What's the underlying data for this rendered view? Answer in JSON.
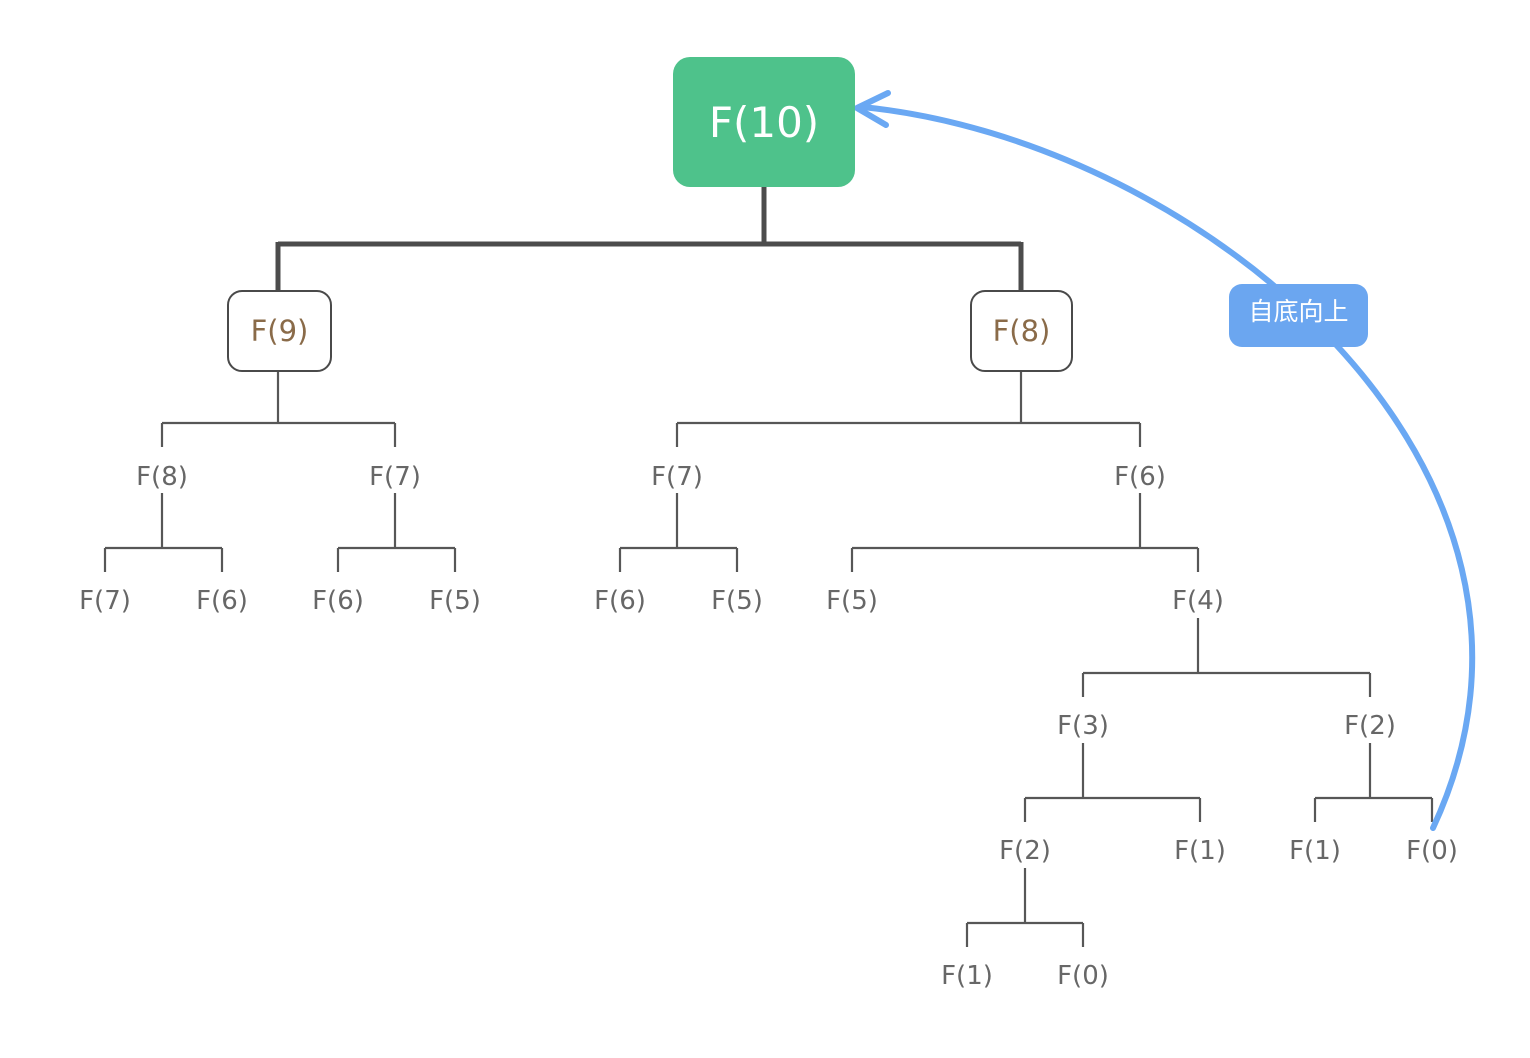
{
  "diagram": {
    "type": "recursion-tree",
    "annotation": {
      "label": "自底向上"
    },
    "colors": {
      "root_bg": "#4EC28B",
      "root_text": "#FFFFFF",
      "box_border": "#4A4A4A",
      "box_text": "#8A6B49",
      "node_text": "#676767",
      "connector": "#575757",
      "connector_thick": "#4C4C4C",
      "arrow_blue": "#6AA8F3",
      "annotation_bg": "#6BA6F0",
      "annotation_text": "#FFFFFF"
    },
    "nodes": [
      {
        "label": "F(10)",
        "level": 0,
        "style": "root-box"
      },
      {
        "label": "F(9)",
        "level": 1,
        "style": "outlined-box"
      },
      {
        "label": "F(8)",
        "level": 1,
        "style": "outlined-box"
      },
      {
        "label": "F(8)",
        "level": 2,
        "style": "text"
      },
      {
        "label": "F(7)",
        "level": 2,
        "style": "text"
      },
      {
        "label": "F(7)",
        "level": 2,
        "style": "text"
      },
      {
        "label": "F(6)",
        "level": 2,
        "style": "text"
      },
      {
        "label": "F(7)",
        "level": 3,
        "style": "text"
      },
      {
        "label": "F(6)",
        "level": 3,
        "style": "text"
      },
      {
        "label": "F(6)",
        "level": 3,
        "style": "text"
      },
      {
        "label": "F(5)",
        "level": 3,
        "style": "text"
      },
      {
        "label": "F(6)",
        "level": 3,
        "style": "text"
      },
      {
        "label": "F(5)",
        "level": 3,
        "style": "text"
      },
      {
        "label": "F(5)",
        "level": 3,
        "style": "text"
      },
      {
        "label": "F(4)",
        "level": 3,
        "style": "text"
      },
      {
        "label": "F(3)",
        "level": 4,
        "style": "text"
      },
      {
        "label": "F(2)",
        "level": 4,
        "style": "text"
      },
      {
        "label": "F(2)",
        "level": 5,
        "style": "text"
      },
      {
        "label": "F(1)",
        "level": 5,
        "style": "text"
      },
      {
        "label": "F(1)",
        "level": 5,
        "style": "text"
      },
      {
        "label": "F(0)",
        "level": 5,
        "style": "text"
      },
      {
        "label": "F(1)",
        "level": 6,
        "style": "text"
      },
      {
        "label": "F(0)",
        "level": 6,
        "style": "text"
      }
    ],
    "hierarchy": {
      "label": "F(10)",
      "children": [
        {
          "label": "F(9)",
          "children": [
            {
              "label": "F(8)",
              "children": [
                {
                  "label": "F(7)"
                },
                {
                  "label": "F(6)"
                }
              ]
            },
            {
              "label": "F(7)",
              "children": [
                {
                  "label": "F(6)"
                },
                {
                  "label": "F(5)"
                }
              ]
            }
          ]
        },
        {
          "label": "F(8)",
          "children": [
            {
              "label": "F(7)",
              "children": [
                {
                  "label": "F(6)"
                },
                {
                  "label": "F(5)"
                }
              ]
            },
            {
              "label": "F(6)",
              "children": [
                {
                  "label": "F(5)"
                },
                {
                  "label": "F(4)",
                  "children": [
                    {
                      "label": "F(3)",
                      "children": [
                        {
                          "label": "F(2)",
                          "children": [
                            {
                              "label": "F(1)"
                            },
                            {
                              "label": "F(0)"
                            }
                          ]
                        },
                        {
                          "label": "F(1)"
                        }
                      ]
                    },
                    {
                      "label": "F(2)",
                      "children": [
                        {
                          "label": "F(1)"
                        },
                        {
                          "label": "F(0)"
                        }
                      ]
                    }
                  ]
                }
              ]
            }
          ]
        }
      ]
    }
  }
}
